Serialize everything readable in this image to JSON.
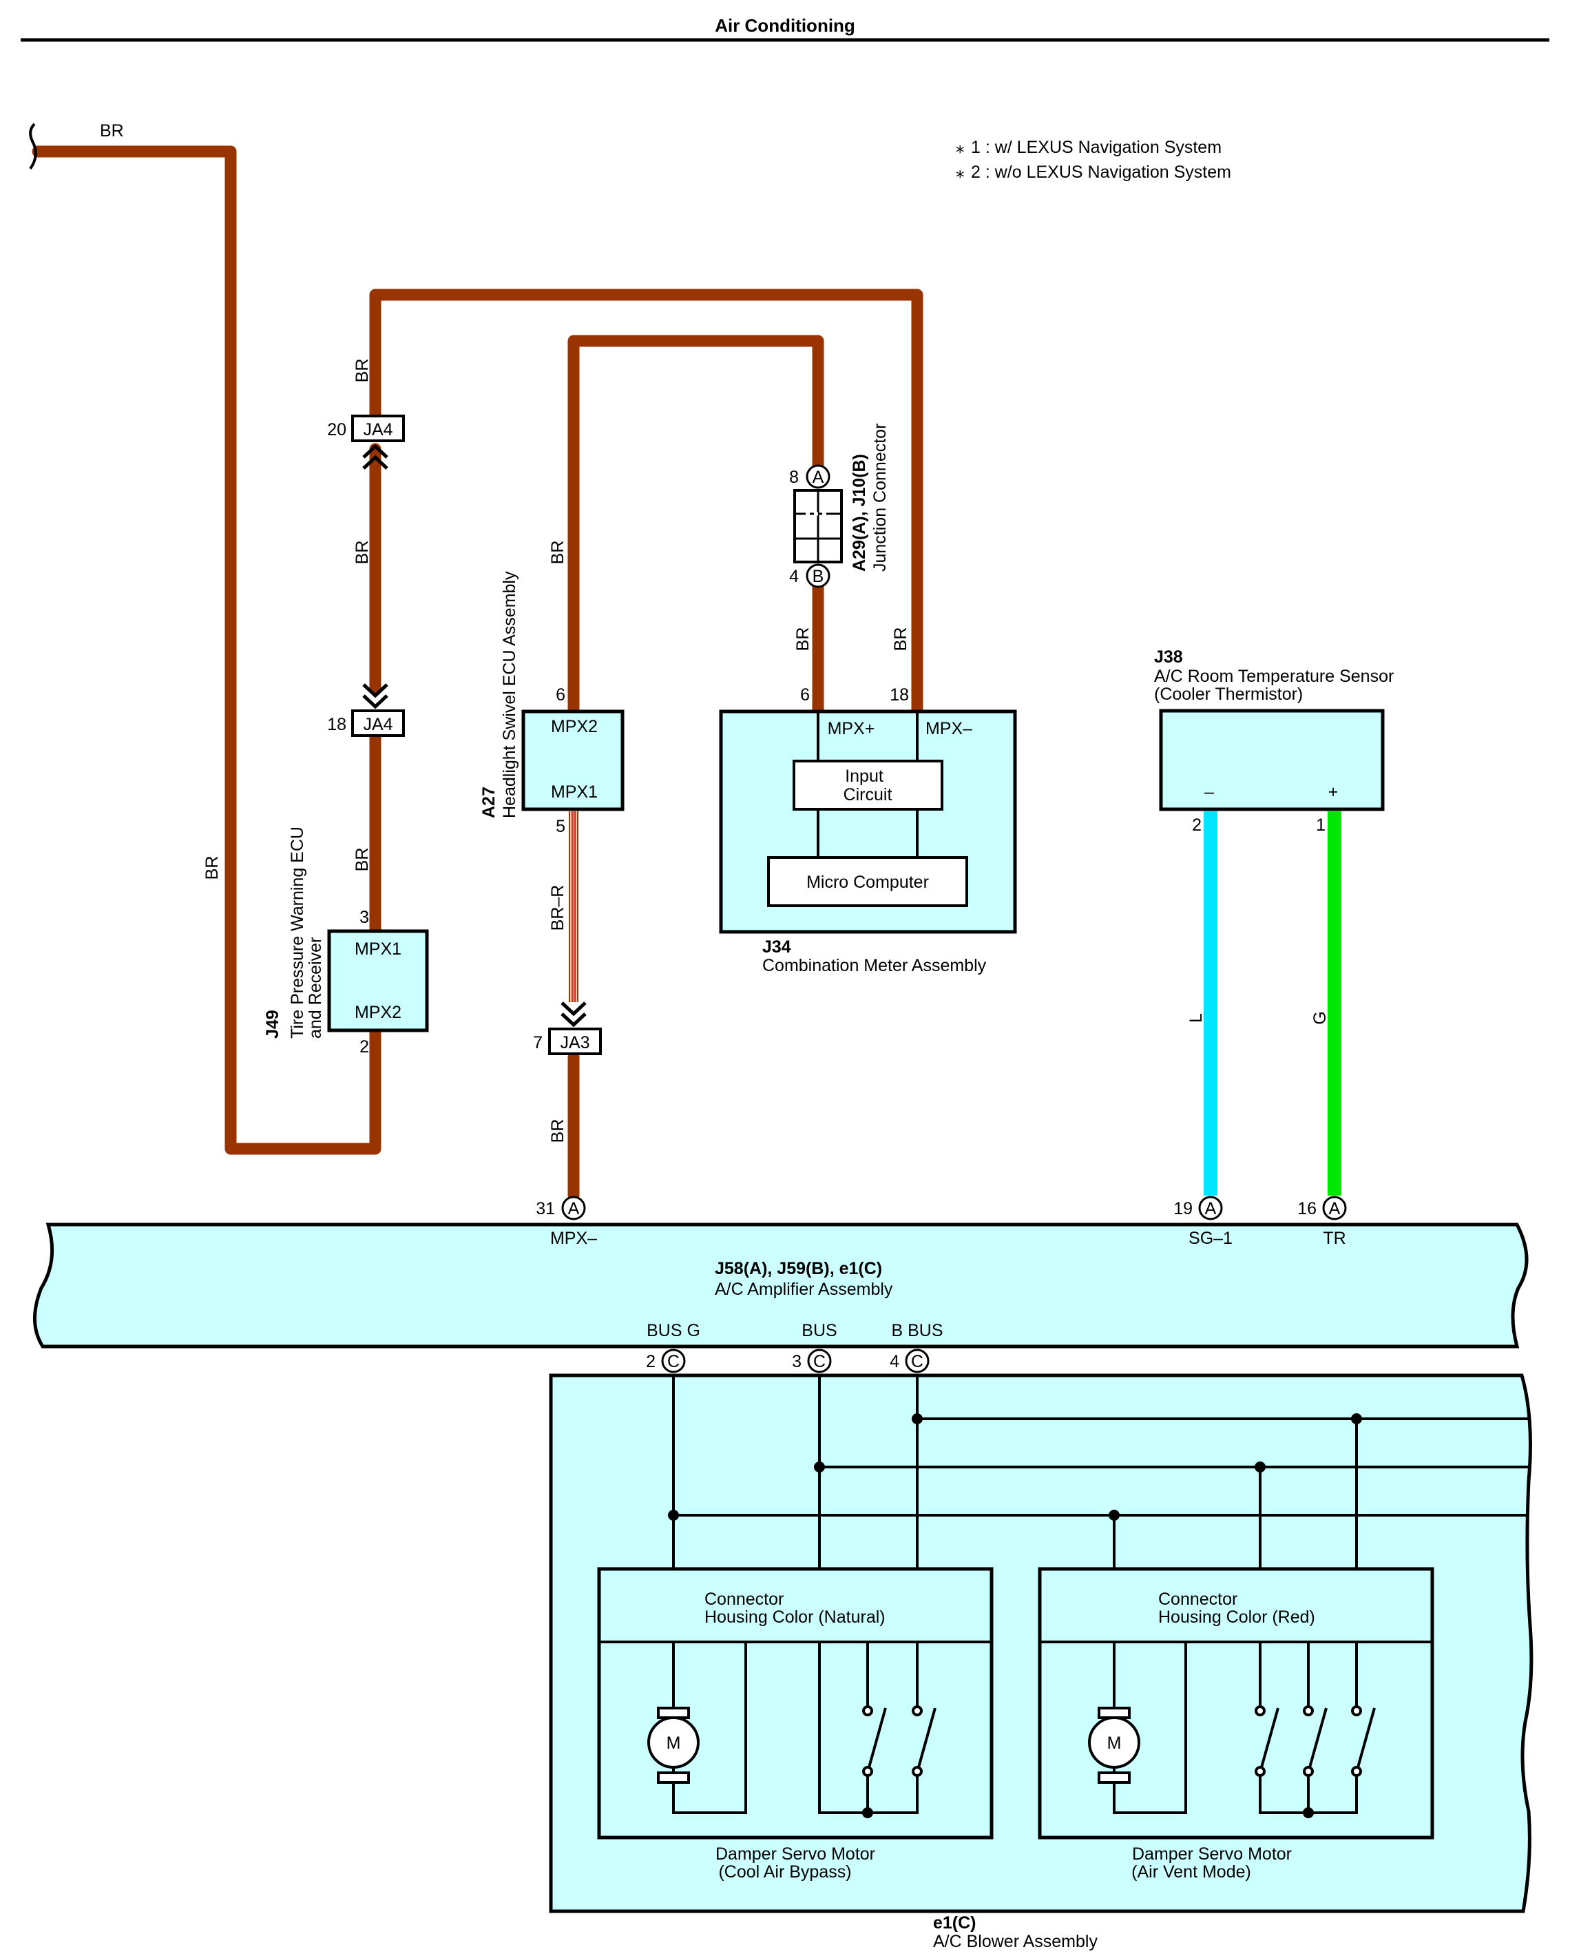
{
  "title": "Air Conditioning",
  "notes": [
    "1 : w/ LEXUS Navigation System",
    "2 : w/o LEXUS Navigation System"
  ],
  "note_marker": "⁎",
  "colors": {
    "wire_br": "#993300",
    "wire_br_r_stripe": "#ff3333",
    "wire_l": "#00e5ff",
    "wire_g": "#00e600",
    "component_fill": "#ccffff"
  },
  "wire_labels": {
    "br": "BR",
    "br_r": "BR–R",
    "l": "L",
    "g": "G"
  },
  "connectors": {
    "ja4": "JA4",
    "ja3": "JA3",
    "ja4_top_pin": "20",
    "ja4_bottom_pin": "18",
    "ja3_pin": "7"
  },
  "j49": {
    "code": "J49",
    "name_line1": "Tire Pressure Warning ECU",
    "name_line2": "and Receiver",
    "terminal_top": "MPX1",
    "terminal_bottom": "MPX2",
    "pin_top": "3",
    "pin_bottom": "2"
  },
  "a27": {
    "code": "A27",
    "name": "Headlight Swivel ECU Assembly",
    "terminal_top": "MPX2",
    "terminal_bottom": "MPX1",
    "pin_top": "6",
    "pin_bottom": "5"
  },
  "junction": {
    "code": "A29(A), J10(B)",
    "name": "Junction Connector",
    "pin_top": "8",
    "letter_top": "A",
    "pin_bottom": "4",
    "letter_bottom": "B"
  },
  "j34": {
    "code": "J34",
    "name": "Combination Meter Assembly",
    "terminal_left": "MPX+",
    "terminal_right": "MPX–",
    "pin_left": "6",
    "pin_right": "18",
    "input_circuit_line1": "Input",
    "input_circuit_line2": "Circuit",
    "micro_computer": "Micro Computer"
  },
  "j38": {
    "code": "J38",
    "name_line1": "A/C Room Temperature Sensor",
    "name_line2": "(Cooler Thermistor)",
    "terminal_minus": "–",
    "terminal_plus": "+",
    "pin_minus": "2",
    "pin_plus": "1"
  },
  "amplifier": {
    "code": "J58(A), J59(B), e1(C)",
    "name": "A/C Amplifier Assembly",
    "pins_top": [
      {
        "pin": "31",
        "letter": "A",
        "label": "MPX–"
      },
      {
        "pin": "19",
        "letter": "A",
        "label": "SG–1"
      },
      {
        "pin": "16",
        "letter": "A",
        "label": "TR"
      }
    ],
    "pins_bottom": [
      {
        "pin": "2",
        "letter": "C",
        "label": "BUS G"
      },
      {
        "pin": "3",
        "letter": "C",
        "label": "BUS"
      },
      {
        "pin": "4",
        "letter": "C",
        "label": "B BUS"
      }
    ]
  },
  "blower": {
    "code": "e1(C)",
    "name": "A/C Blower Assembly",
    "motor_symbol": "M",
    "left_connector_line1": "Connector",
    "left_connector_line2": "Housing Color (Natural)",
    "right_connector_line1": "Connector",
    "right_connector_line2": "Housing Color (Red)",
    "left_motor_line1": "Damper Servo Motor",
    "left_motor_line2": "(Cool Air Bypass)",
    "right_motor_line1": "Damper Servo Motor",
    "right_motor_line2": "(Air Vent Mode)"
  }
}
